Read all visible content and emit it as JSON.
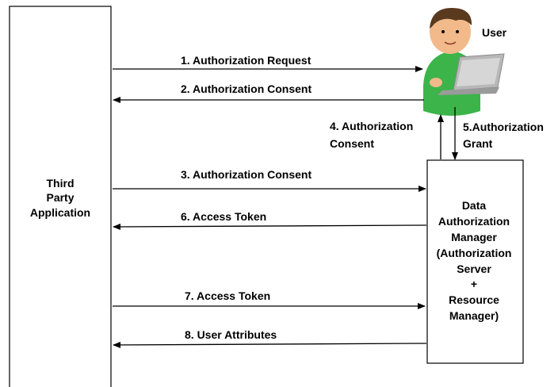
{
  "actors": {
    "third_party": [
      "Third",
      "Party",
      "Application"
    ],
    "user": "User",
    "data_manager": [
      "Data",
      "Authorization",
      "Manager",
      "(Authorization",
      "Server",
      "+",
      "Resource",
      "Manager)"
    ]
  },
  "messages": {
    "m1": "1. Authorization Request",
    "m2": "2. Authorization Consent",
    "m3": "3. Authorization Consent",
    "m4": [
      "4. Authorization",
      "Consent"
    ],
    "m5": [
      "5.Authorization",
      "Grant"
    ],
    "m6": "6. Access Token",
    "m7": "7. Access Token",
    "m8": "8. User Attributes"
  },
  "colors": {
    "line": "#000000",
    "box_fill": "#ffffff",
    "shirt": "#3cb44a",
    "skin": "#f2b98a",
    "hair": "#5a3a1e",
    "laptop": "#b8b8b8"
  }
}
